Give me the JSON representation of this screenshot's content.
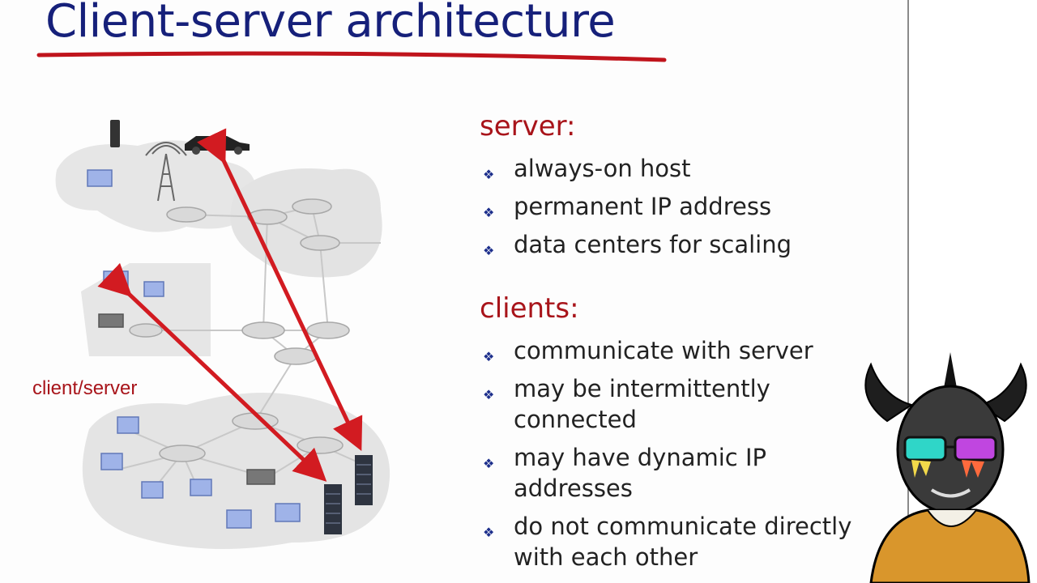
{
  "slide": {
    "title": "Client-server architecture",
    "diagram_label": "client/server",
    "server": {
      "heading": "server:",
      "items": [
        "always-on host",
        "permanent IP address",
        "data centers for scaling"
      ]
    },
    "clients": {
      "heading": "clients:",
      "items": [
        [
          "communicate with server",
          ""
        ],
        [
          "may be intermittently",
          "connected"
        ],
        [
          "may have dynamic IP",
          "addresses"
        ],
        [
          "do not communicate directly",
          "with each other"
        ]
      ]
    }
  },
  "colors": {
    "title": "#16207a",
    "accent_red": "#a8141a",
    "bullet_blue": "#1d2f8c"
  },
  "icons": {
    "bullet": "diamond-bullet-icon",
    "arrow": "double-headed-arrow-icon"
  }
}
